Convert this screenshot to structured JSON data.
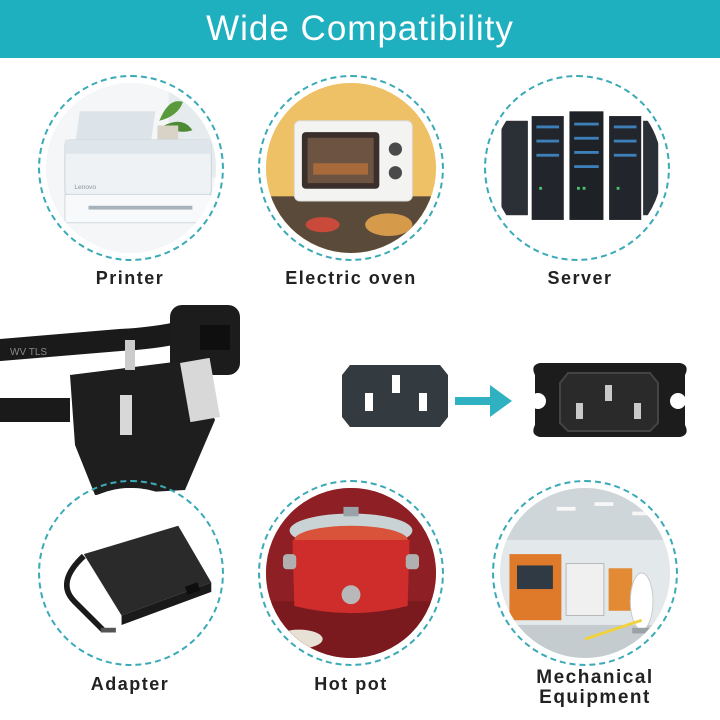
{
  "banner": {
    "title": "Wide Compatibility"
  },
  "items": [
    {
      "label": "Printer",
      "icon": "printer-illustration"
    },
    {
      "label": "Electric oven",
      "icon": "oven-illustration"
    },
    {
      "label": "Server",
      "icon": "server-illustration"
    },
    {
      "label": "Adapter",
      "icon": "adapter-illustration"
    },
    {
      "label": "Hot pot",
      "icon": "hotpot-illustration"
    },
    {
      "label_line1": "Mechanical",
      "label_line2": "Equipment",
      "icon": "factory-illustration"
    }
  ],
  "cable": {
    "print": "WV TLS"
  },
  "colors": {
    "accent": "#1fb0bf",
    "label": "#222222",
    "connector": "#333a40"
  }
}
